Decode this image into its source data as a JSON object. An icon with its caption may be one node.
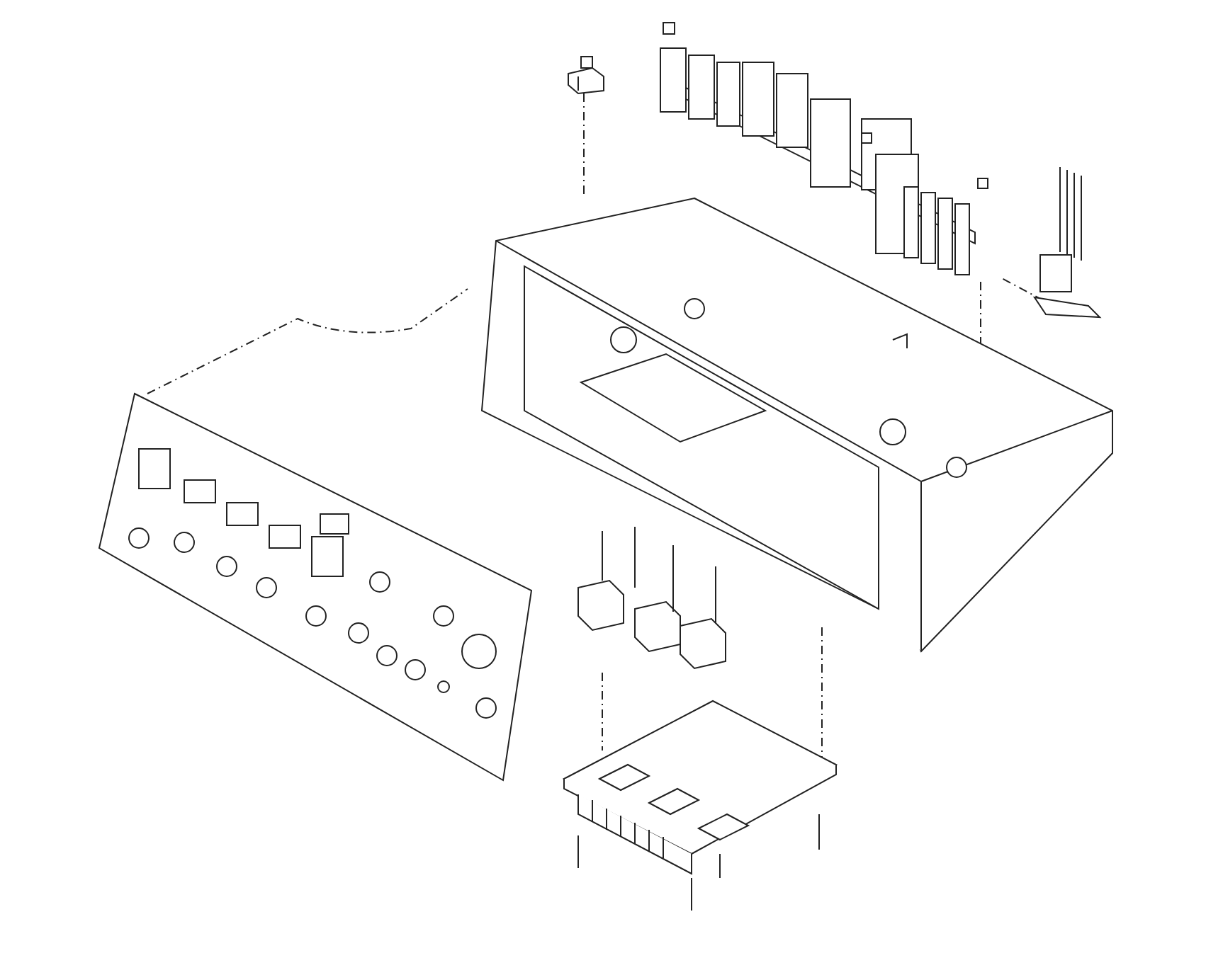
{
  "diagram": {
    "nodes": [
      {
        "text": [],
        "shape": "picture"
      },
      {
        "text": [],
        "shape": "picture"
      },
      {
        "text": [],
        "shape": "picture"
      },
      {
        "text": [],
        "shape": "picture"
      },
      {
        "text": [],
        "shape": "picture"
      },
      {
        "text": [],
        "shape": "picture"
      },
      {
        "text": [],
        "shape": "picture"
      }
    ],
    "edges": [
      {
        "from": 0,
        "to": 3,
        "arrow": "none",
        "style": "dashed"
      },
      {
        "from": 1,
        "to": 3,
        "arrow": "none",
        "style": "dashed"
      },
      {
        "from": 2,
        "to": 1,
        "arrow": "none",
        "style": "dashed"
      },
      {
        "from": 4,
        "to": 3,
        "arrow": "none",
        "style": "dashed"
      },
      {
        "from": 5,
        "to": 6,
        "arrow": "none",
        "style": "dashed"
      },
      {
        "from": 6,
        "to": 3,
        "arrow": "none",
        "style": "dashed"
      }
    ]
  }
}
